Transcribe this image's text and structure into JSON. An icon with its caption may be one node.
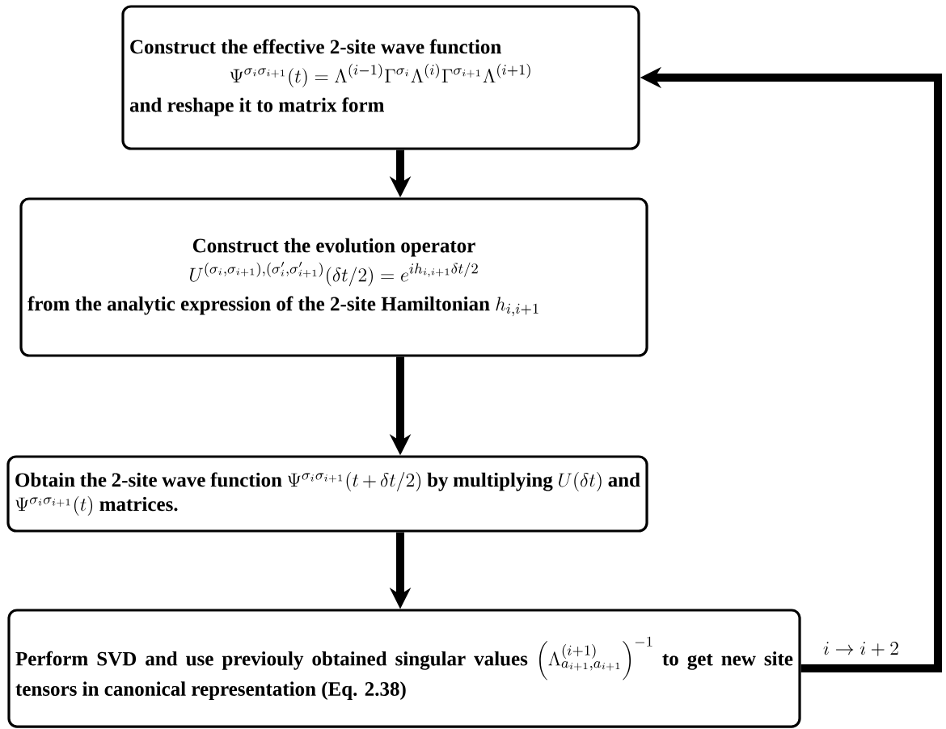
{
  "diagram": {
    "nodes": [
      {
        "text": [
          "Construct the effective 2-site wave function",
          "\\Psi^{\\sigma_i\\sigma_{i+1}}(t) = \\Lambda^{(i-1)}\\Gamma^{\\sigma_i}\\Lambda^{(i)}\\Gamma^{\\sigma_{i+1}}\\Lambda^{(i+1)}",
          "and reshape it to matrix form"
        ]
      },
      {
        "text": [
          "Construct the evolution operator",
          "U^{(\\sigma_i,\\sigma_{i+1}),(\\sigma'_i,\\sigma'_{i+1})}(\\delta t/2) = e^{ih_{i,i+1}\\delta t/2}",
          "from the analytic expression of the 2-site Hamiltonian",
          "h_{i,i+1}"
        ]
      },
      {
        "text": [
          "Obtain the 2-site wave function",
          "\\Psi^{\\sigma_i\\sigma_{i+1}}(t+\\delta t/2)",
          "by multiplying",
          "U(\\delta t)",
          "and",
          "\\Psi^{\\sigma_i\\sigma_{i+1}}(t)",
          "matrices."
        ]
      },
      {
        "text": [
          "Perform SVD and use previouly obtained singular values",
          "\\left(\\Lambda^{(i+1)}_{a_{i+1},a_{i+1}}\\right)^{-1}",
          "to get new site tensors in canonical representation (Eq. 2.38)"
        ]
      }
    ],
    "edges": [
      {
        "from": 0,
        "to": 1,
        "arrow": "to"
      },
      {
        "from": 1,
        "to": 2,
        "arrow": "to"
      },
      {
        "from": 2,
        "to": 3,
        "arrow": "to"
      },
      {
        "from": 3,
        "to": 0,
        "arrow": "to",
        "label": "i \\to i+2"
      }
    ]
  }
}
